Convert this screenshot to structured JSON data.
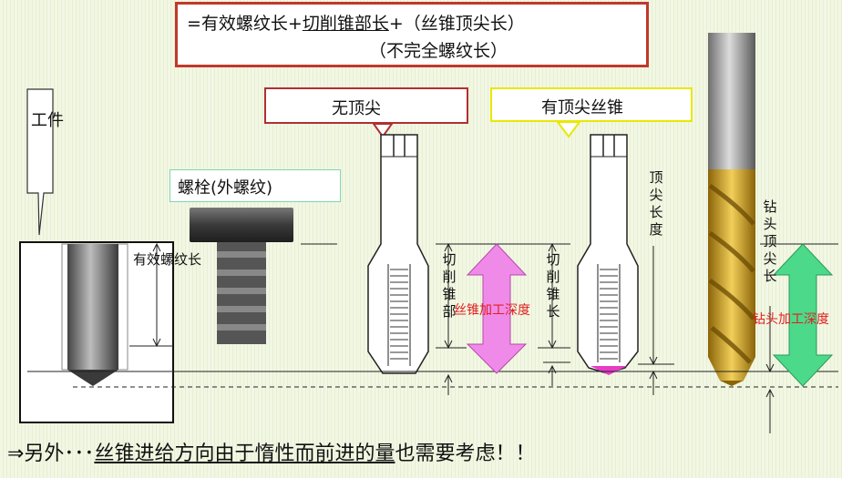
{
  "formula": {
    "line1_prefix": "=有效螺纹长+",
    "line1_underlined": "切削锥部长",
    "line1_suffix": "+（丝锥顶尖长）",
    "line2": "（不完全螺纹长）"
  },
  "labels": {
    "workpiece": "工件",
    "bolt": "螺栓(外螺纹)",
    "no_tip": "无顶尖",
    "with_tip_tap": "有顶尖丝锥",
    "effective_thread_length": "有效螺纹长",
    "cutting_taper_part": "切削锥部",
    "cutting_taper_length": "切削锥长",
    "tap_depth": "丝锥加工深度",
    "tip_length": "顶尖长度",
    "drill_tip_length": "钻头顶尖长",
    "drill_depth": "钻头加工深度"
  },
  "footer": {
    "prefix": "⇒另外･･･",
    "underlined": "丝锥进给方向由于惰性而前进的量",
    "suffix": "也需要考虑！！"
  },
  "colors": {
    "formula_border": "#c0392b",
    "no_tip_border": "#b03030",
    "with_tip_border": "#e8e800",
    "bolt_border": "#7fd6b0",
    "pink_arrow": "#f08ae8",
    "green_arrow": "#4cd98a",
    "red_text": "#e02020",
    "drill_gold": "#d4a017"
  }
}
